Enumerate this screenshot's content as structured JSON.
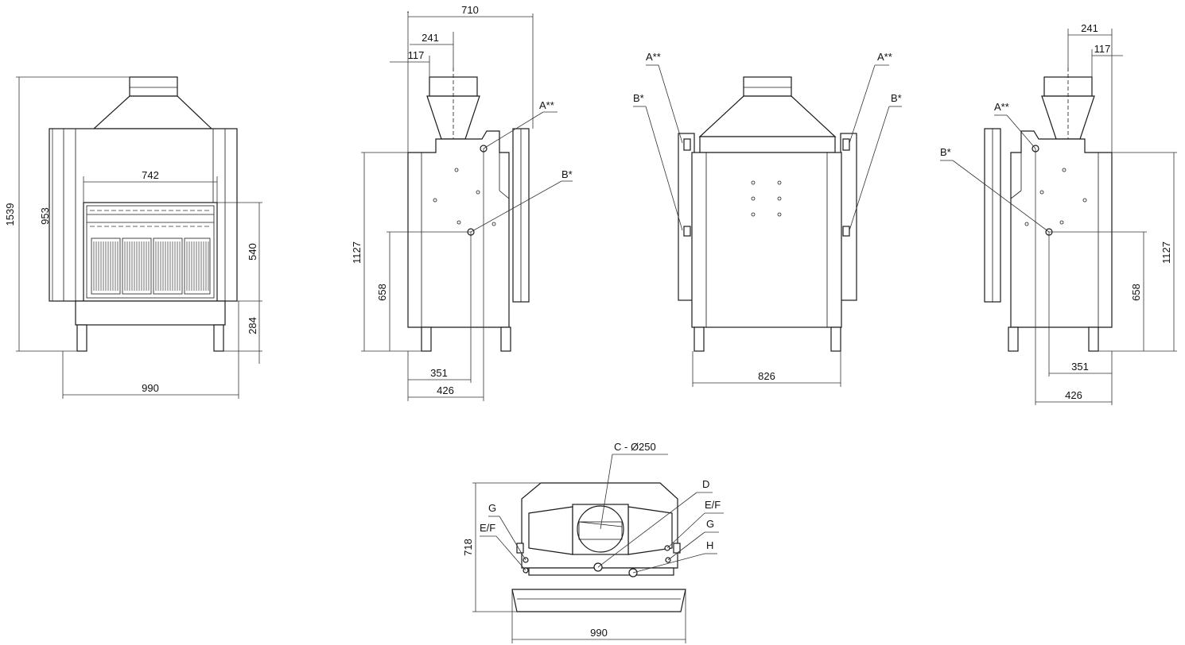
{
  "front_view": {
    "height_total": "1539",
    "height_body": "953",
    "door_width": "742",
    "door_height": "540",
    "leg_height": "284",
    "width": "990"
  },
  "side_view_left": {
    "depth_total": "710",
    "offset_241": "241",
    "offset_117": "117",
    "height": "1127",
    "height_b": "658",
    "depth_351": "351",
    "depth_426": "426",
    "label_a": "A**",
    "label_b": "B*"
  },
  "back_view": {
    "width": "826",
    "label_a_left": "A**",
    "label_a_right": "A**",
    "label_b_left": "B*",
    "label_b_right": "B*"
  },
  "side_view_right": {
    "offset_241": "241",
    "offset_117": "117",
    "height": "1127",
    "height_b": "658",
    "depth_351": "351",
    "depth_426": "426",
    "label_a": "A**",
    "label_b": "B*"
  },
  "top_view": {
    "flue_label": "C - Ø250",
    "depth": "718",
    "width": "990",
    "label_d": "D",
    "label_ef_right": "E/F",
    "label_g_right": "G",
    "label_h": "H",
    "label_g_left": "G",
    "label_ef_left": "E/F"
  }
}
